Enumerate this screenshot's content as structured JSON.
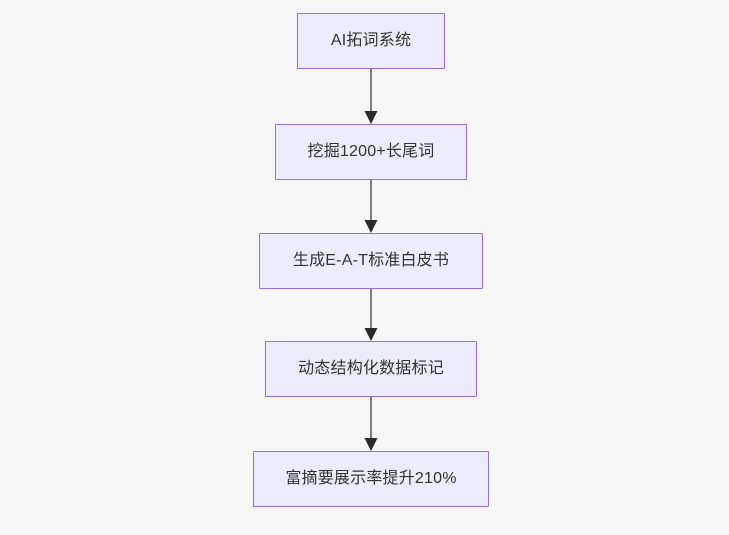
{
  "diagram": {
    "type": "flowchart",
    "direction": "top-to-bottom",
    "background_color": "#f7f7f7",
    "node_fill_color": "#ececfc",
    "node_border_color": "#9370db",
    "node_text_color": "#333333",
    "edge_color": "#7f7f7f",
    "arrowhead_color": "#2b2b2b",
    "nodes": [
      {
        "id": "n1",
        "label": "AI拓词系统"
      },
      {
        "id": "n2",
        "label": "挖掘1200+长尾词"
      },
      {
        "id": "n3",
        "label": "生成E-A-T标准白皮书"
      },
      {
        "id": "n4",
        "label": "动态结构化数据标记"
      },
      {
        "id": "n5",
        "label": "富摘要展示率提升210%"
      }
    ],
    "edges": [
      {
        "from": "n1",
        "to": "n2",
        "label": ""
      },
      {
        "from": "n2",
        "to": "n3",
        "label": ""
      },
      {
        "from": "n3",
        "to": "n4",
        "label": ""
      },
      {
        "from": "n4",
        "to": "n5",
        "label": ""
      }
    ]
  }
}
